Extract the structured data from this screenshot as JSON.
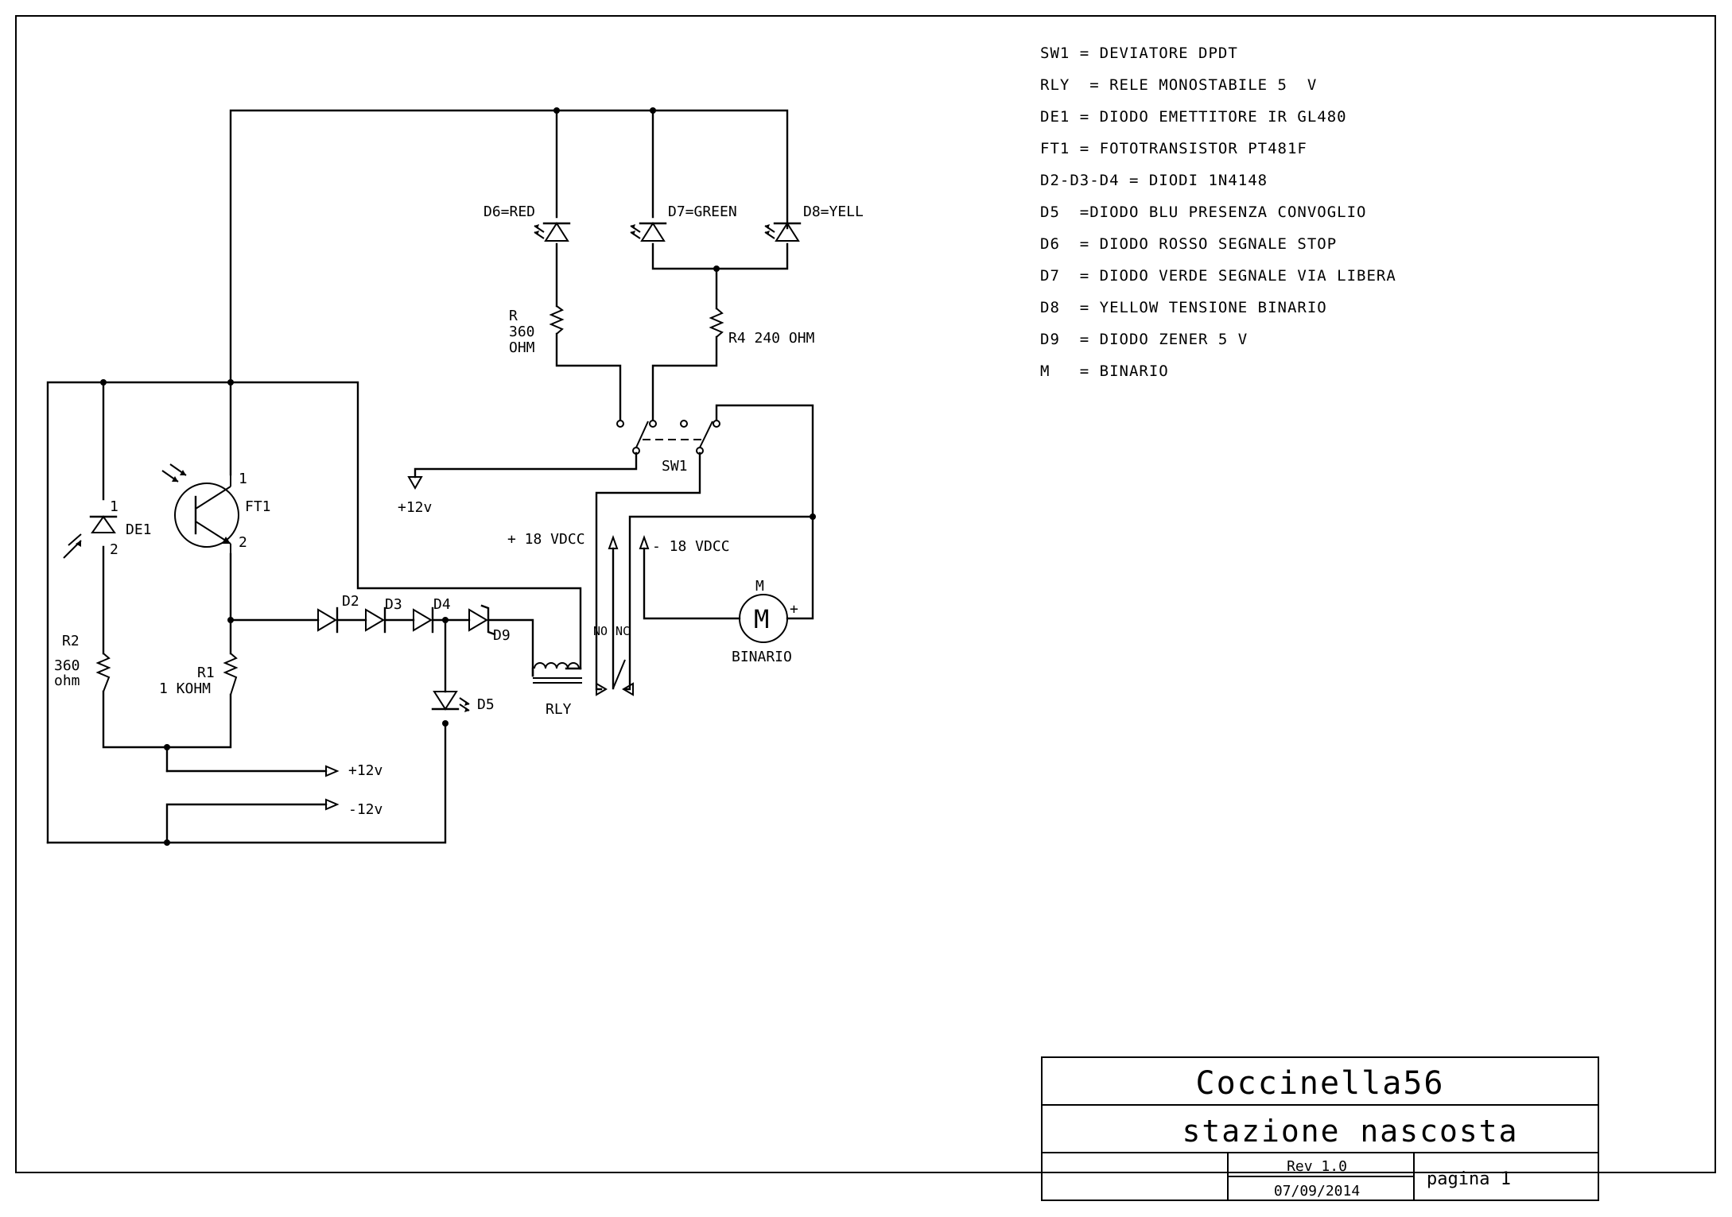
{
  "title_block": {
    "author": "Coccinella56",
    "title": "stazione nascosta",
    "revision": "Rev 1.0",
    "date": "07/09/2014",
    "page": "pagina 1"
  },
  "legend": [
    "SW1 = DEVIATORE DPDT",
    "RLY  = RELE MONOSTABILE 5  V",
    "DE1 = DIODO EMETTITORE IR GL480",
    "FT1 = FOTOTRANSISTOR PT481F",
    "D2-D3-D4 = DIODI 1N4148",
    "D5  =DIODO BLU PRESENZA CONVOGLIO",
    "D6  = DIODO ROSSO SEGNALE STOP",
    "D7  = DIODO VERDE SEGNALE VIA LIBERA",
    "D8  = YELLOW TENSIONE BINARIO",
    "D9  = DIODO ZENER 5 V",
    "M   = BINARIO"
  ],
  "labels": {
    "d6": "D6=RED",
    "d7": "D7=GREEN",
    "d8": "D8=YELL",
    "r_name": "R",
    "r_val1": "360",
    "r_val2": "OHM",
    "r4": "R4 240 OHM",
    "sw1": "SW1",
    "plus12_top": "+12v",
    "plus18": "+ 18 VDCC",
    "minus18": "- 18 VDCC",
    "no": "NO",
    "nc": "NC",
    "motor_ref": "M",
    "motor_letter": "M",
    "motor_plus": "+",
    "binario": "BINARIO",
    "ft1": "FT1",
    "ft1_pin1": "1",
    "ft1_pin2": "2",
    "de1": "DE1",
    "de1_pin1": "1",
    "de1_pin2": "2",
    "r2_name": "R2",
    "r2_val1": "360",
    "r2_val2": "ohm",
    "r1_name": "R1",
    "r1_val": "1 KOHM",
    "d2": "D2",
    "d3": "D3",
    "d4": "D4",
    "d9": "D9",
    "d5": "D5",
    "rly": "RLY",
    "plus12_bottom": "+12v",
    "minus12_bottom": "-12v"
  }
}
